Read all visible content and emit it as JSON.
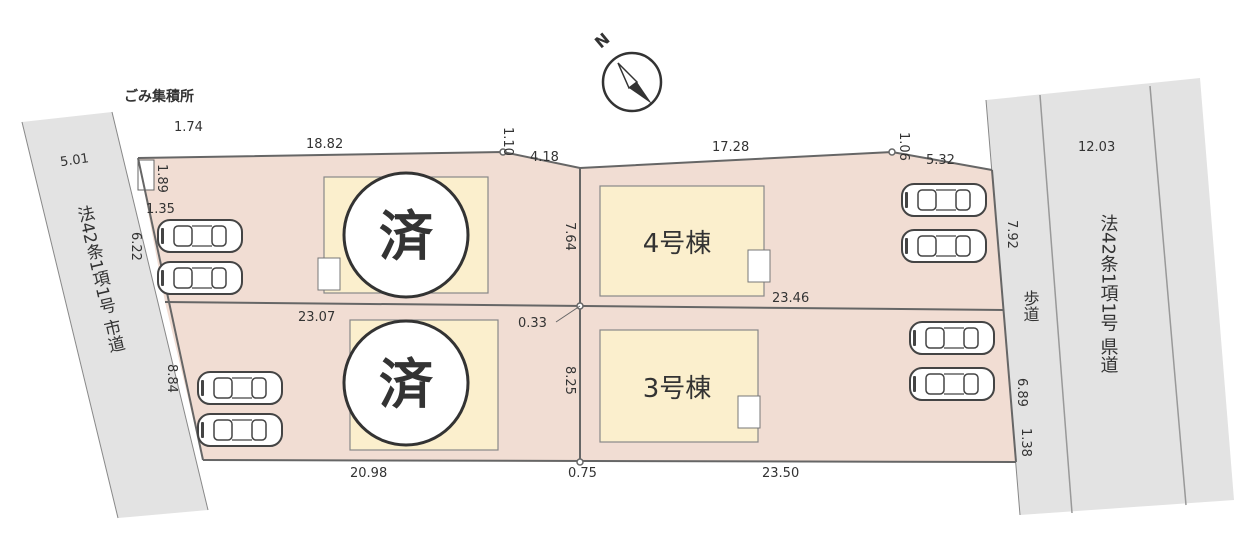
{
  "colors": {
    "lot_fill": "#f1ddd3",
    "house_fill": "#fbefcd",
    "road_fill": "#e3e3e3",
    "line": "#666666"
  },
  "labels": {
    "garbage": "ごみ集積所",
    "sold_mark": "済",
    "house4": "4号棟",
    "house3": "3号棟",
    "left_road": "法42条1項1号 市道",
    "right_road": "法42条1項1号 県道",
    "sidewalk": "歩道",
    "compass_n": "N"
  },
  "dimensions": {
    "d_5_01": "5.01",
    "d_1_74": "1.74",
    "d_18_82": "18.82",
    "d_1_10": "1.10",
    "d_4_18": "4.18",
    "d_17_28": "17.28",
    "d_1_06": "1.06",
    "d_5_32": "5.32",
    "d_12_03": "12.03",
    "d_1_89": "1.89",
    "d_1_35": "1.35",
    "d_6_22": "6.22",
    "d_7_64": "7.64",
    "d_7_92": "7.92",
    "d_23_46": "23.46",
    "d_23_07": "23.07",
    "d_0_33": "0.33",
    "d_8_84": "8.84",
    "d_8_25": "8.25",
    "d_6_89": "6.89",
    "d_1_38": "1.38",
    "d_20_98": "20.98",
    "d_0_75": "0.75",
    "d_23_50": "23.50"
  }
}
